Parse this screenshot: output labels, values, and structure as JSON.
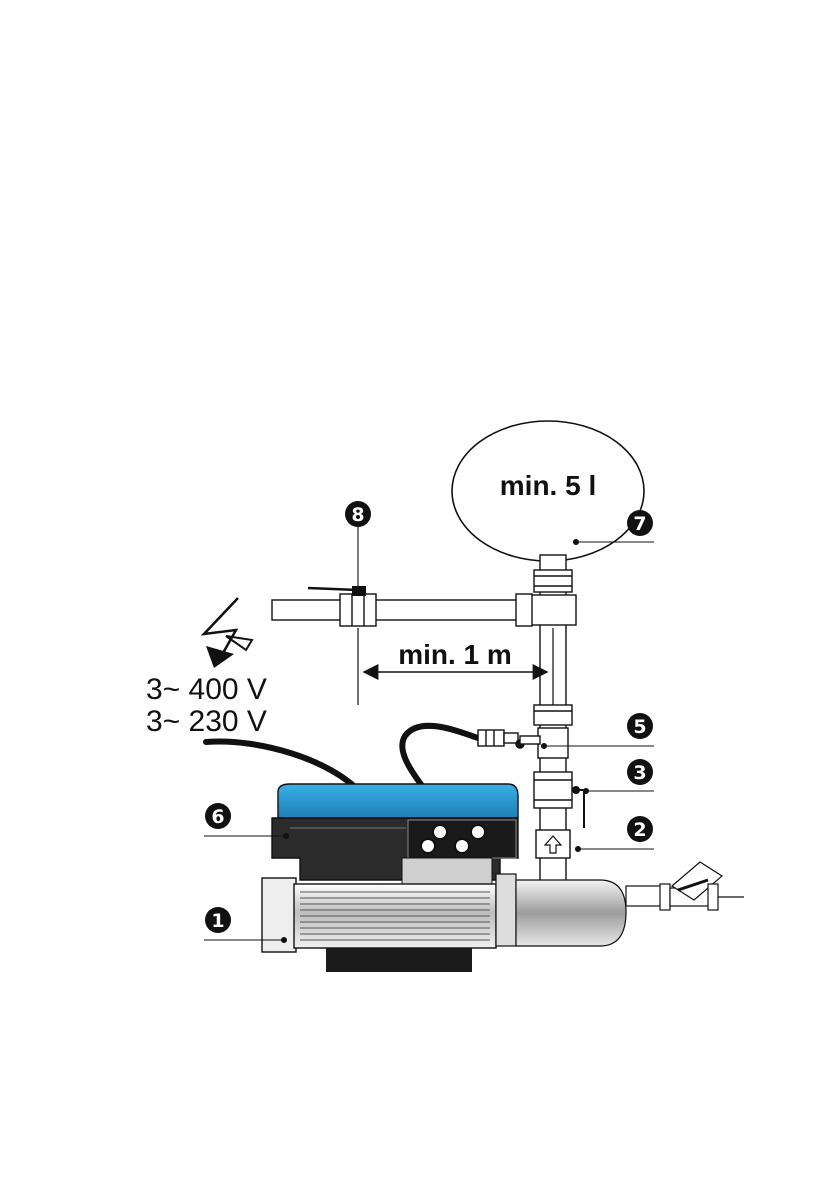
{
  "vessel_label": "min. 5 l",
  "distance_label": "min. 1 m",
  "voltage_lines": [
    "3~ 400 V",
    "3~ 230 V"
  ],
  "callouts": [
    "1",
    "2",
    "3",
    "5",
    "6",
    "7",
    "8"
  ],
  "colors": {
    "ink": "#111111",
    "control_blue": "#2f9fd8",
    "control_dark": "#2b2b2b",
    "motor_grey": "#cfcfcf"
  }
}
